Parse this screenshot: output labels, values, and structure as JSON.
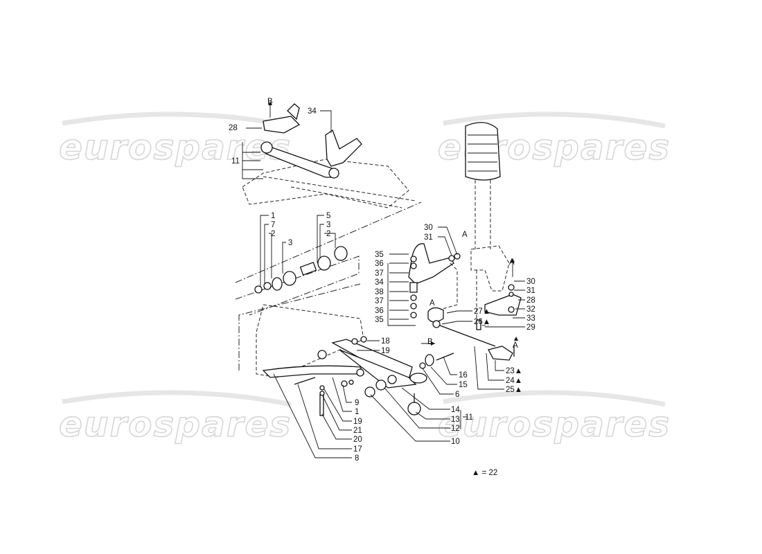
{
  "watermark": "eurospares",
  "legend": {
    "symbol": "▲",
    "text": "▲ = 22"
  },
  "refs": {
    "B": "B",
    "A": "A"
  },
  "labels": {
    "top_28": "28",
    "top_11": "11",
    "top_34": "34",
    "b1": "1",
    "b7": "7",
    "b2": "2",
    "b3": "3",
    "b5": "5",
    "b3b": "3",
    "b2b": "2",
    "m30": "30",
    "m31": "31",
    "s35": "35",
    "s36": "36",
    "s37": "37",
    "s34": "34",
    "s38": "38",
    "s37b": "37",
    "s36b": "36",
    "s35b": "35",
    "t27": "27▲",
    "t26": "26▲",
    "r30": "30",
    "r31": "31",
    "r28": "28",
    "r32": "32",
    "r33": "33",
    "r29": "29",
    "r23": "23▲",
    "r24": "24▲",
    "r25": "25▲",
    "l18": "18",
    "l19": "19",
    "l16": "16",
    "l15": "15",
    "l6": "6",
    "l14": "14",
    "l13": "13",
    "l12": "12",
    "l11": "11",
    "l10": "10",
    "l9": "9",
    "l1": "1",
    "l19b": "19",
    "l21": "21",
    "l20": "20",
    "l17": "17",
    "l8": "8"
  }
}
